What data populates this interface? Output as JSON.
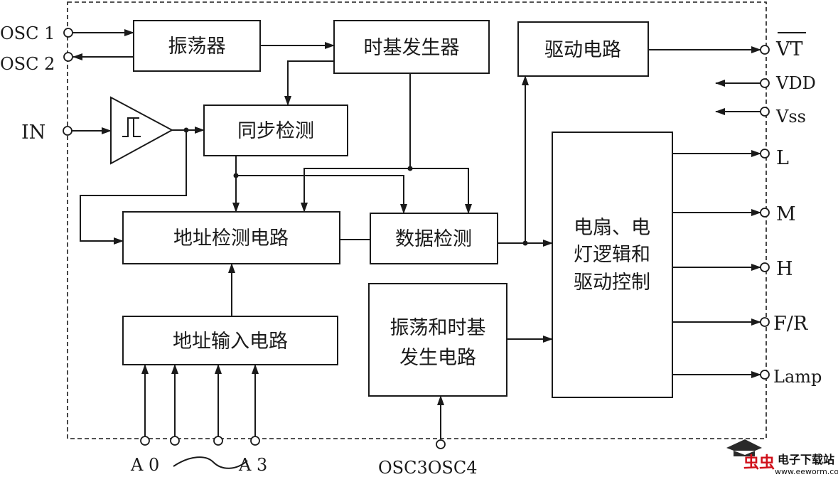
{
  "blocks": {
    "oscillator": "振荡器",
    "timebase": "时基发生器",
    "driver": "驱动电路",
    "sync_detect": "同步检测",
    "address_detect": "地址检测电路",
    "data_detect": "数据检测",
    "address_input": "地址输入电路",
    "osc_timebase_line1": "振荡和时基",
    "osc_timebase_line2": "发生电路",
    "logic_line1": "电扇、电",
    "logic_line2": "灯逻辑和",
    "logic_line3": "驱动控制"
  },
  "pins_left": {
    "osc1": "OSC 1",
    "osc2": "OSC 2",
    "in": "IN"
  },
  "pins_right": {
    "vt": "VT",
    "vdd": "VDD",
    "vss": "Vss",
    "l": "L",
    "m": "M",
    "h": "H",
    "fr": "F/R",
    "lamp": "Lamp"
  },
  "pins_bottom": {
    "a0": "A 0",
    "a3": "A 3",
    "osc34": "OSC3OSC4"
  },
  "watermark": {
    "logo": "虫虫",
    "title": "电子下载站",
    "url": "www.eeworm.com"
  }
}
